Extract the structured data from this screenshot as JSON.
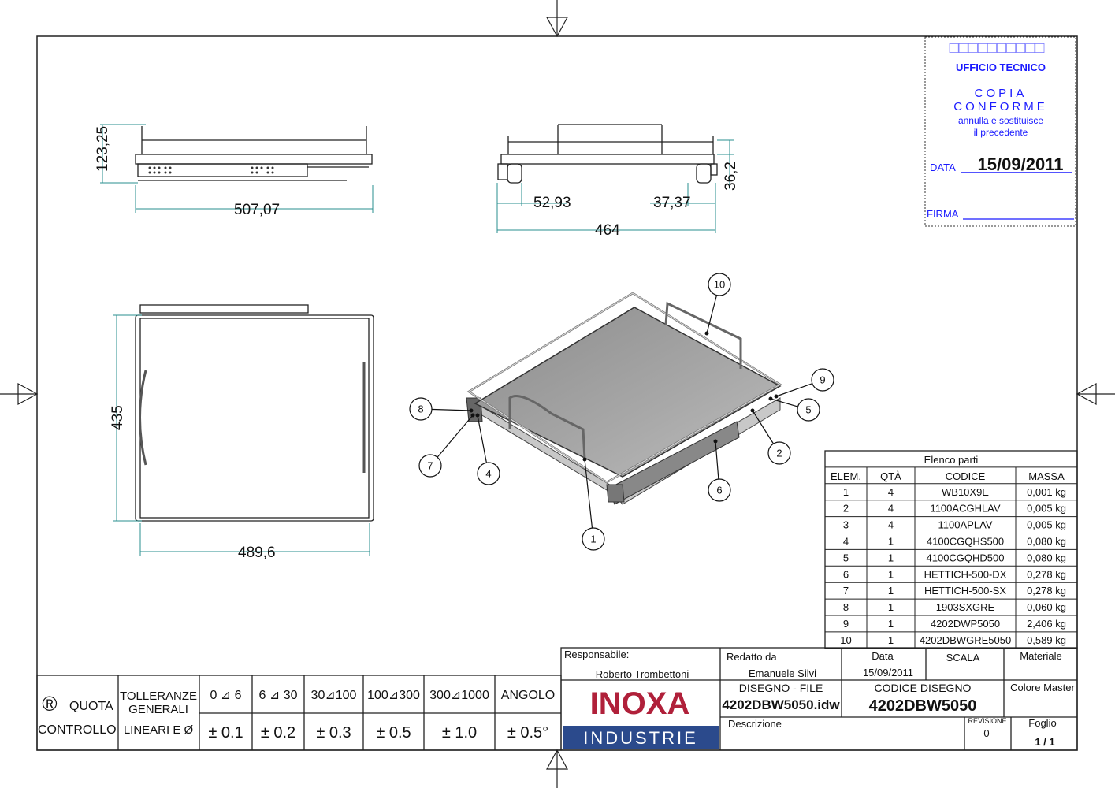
{
  "stamp": {
    "boxes": "□□□□□□□□□□",
    "office": "UFFICIO TECNICO",
    "copy1": "COPIA",
    "copy2": "CONFORME",
    "note1": "annulla e sostituisce",
    "note2": "il precedente",
    "date_label": "DATA",
    "date_value": "15/09/2011",
    "sign_label": "FIRMA"
  },
  "dimensions": {
    "front_height": "123,25",
    "front_width": "507,07",
    "side_left": "52,93",
    "side_right": "37,37",
    "side_height": "36,2",
    "side_width": "464",
    "top_depth": "435",
    "top_width": "489,6"
  },
  "balloons": [
    "1",
    "2",
    "4",
    "5",
    "6",
    "7",
    "8",
    "9",
    "10"
  ],
  "parts": {
    "title": "Elenco parti",
    "headers": [
      "ELEM.",
      "QTÀ",
      "CODICE",
      "MASSA"
    ],
    "rows": [
      [
        "1",
        "4",
        "WB10X9E",
        "0,001 kg"
      ],
      [
        "2",
        "4",
        "1100ACGHLAV",
        "0,005 kg"
      ],
      [
        "3",
        "4",
        "1100APLAV",
        "0,005 kg"
      ],
      [
        "4",
        "1",
        "4100CGQHS500",
        "0,080 kg"
      ],
      [
        "5",
        "1",
        "4100CGQHD500",
        "0,080 kg"
      ],
      [
        "6",
        "1",
        "HETTICH-500-DX",
        "0,278 kg"
      ],
      [
        "7",
        "1",
        "HETTICH-500-SX",
        "0,278 kg"
      ],
      [
        "8",
        "1",
        "1903SXGRE",
        "0,060 kg"
      ],
      [
        "9",
        "1",
        "4202DWP5050",
        "2,406 kg"
      ],
      [
        "10",
        "1",
        "4202DBWGRE5050",
        "0,589 kg"
      ]
    ]
  },
  "titleblock": {
    "responsabile_label": "Responsabile:",
    "responsabile": "Roberto Trombettoni",
    "redatto_label": "Redatto  da",
    "redatto": "Emanuele Silvi",
    "data_label": "Data",
    "data": "15/09/2011",
    "scala_label": "SCALA",
    "materiale_label": "Materiale",
    "logo_top": "INOXA",
    "logo_bottom": "INDUSTRIE",
    "file_label": "DISEGNO - FILE",
    "file": "4202DBW5050.idw",
    "codice_label": "CODICE DISEGNO",
    "codice": "4202DBW5050",
    "colore_label": "Colore Master",
    "descrizione_label": "Descrizione",
    "revisione_label": "REVISIONE",
    "revisione": "0",
    "foglio_label": "Foglio",
    "foglio": "1 /  1"
  },
  "tolerances": {
    "registered": "®",
    "quota": "QUOTA",
    "controllo": "CONTROLLO",
    "tolleranze": "TOLLERANZE",
    "generali": "GENERALI",
    "lineari": "LINEARI E Ø",
    "ranges": [
      "0 ⊿ 6",
      "6 ⊿ 30",
      "30⊿100",
      "100⊿300",
      "300⊿1000",
      "ANGOLO"
    ],
    "values": [
      "± 0.1",
      "± 0.2",
      "± 0.3",
      "± 0.5",
      "± 1.0",
      "± 0.5°"
    ]
  },
  "colors": {
    "brand_red": "#b0203a",
    "brand_blue": "#2b4a8c",
    "stamp_blue": "#1a1aff",
    "dimension": "#2a8f8f"
  }
}
